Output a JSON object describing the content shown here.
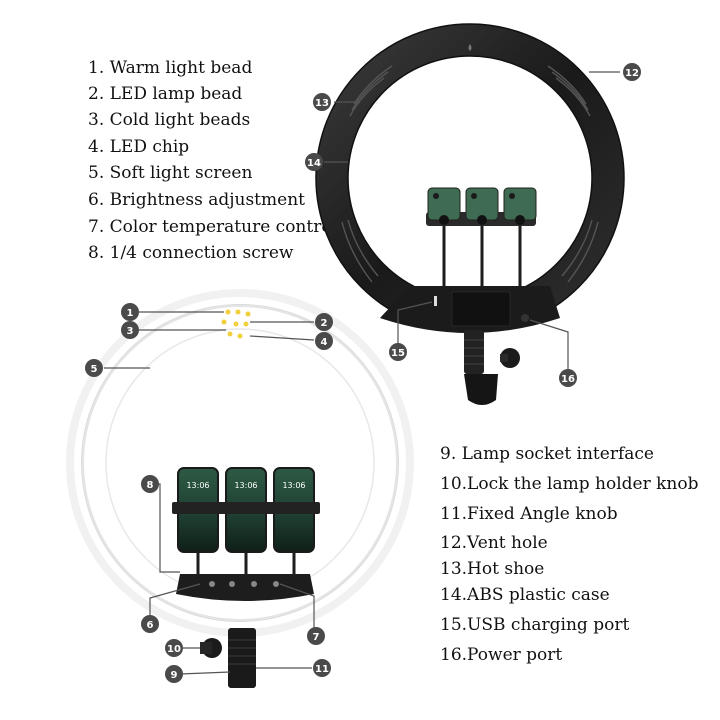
{
  "legend_left": [
    {
      "num": "1.",
      "label": "Warm light bead"
    },
    {
      "num": "2.",
      "label": "LED lamp bead"
    },
    {
      "num": "3.",
      "label": "Cold light beads"
    },
    {
      "num": "4.",
      "label": "LED chip"
    },
    {
      "num": "5.",
      "label": "Soft light screen"
    },
    {
      "num": "6.",
      "label": "Brightness adjustment"
    },
    {
      "num": "7.",
      "label": "Color temperature control"
    },
    {
      "num": "8.",
      "label": "1/4 connection screw"
    }
  ],
  "legend_right": [
    {
      "num": "9.",
      "label": "Lamp socket interface"
    },
    {
      "num": "10.",
      "label": "Lock the lamp holder knob"
    },
    {
      "num": "11.",
      "label": "Fixed Angle knob"
    },
    {
      "num": "12.",
      "label": "Vent hole"
    },
    {
      "num": "13.",
      "label": "Hot shoe"
    },
    {
      "num": "14.",
      "label": "ABS plastic case"
    },
    {
      "num": "15.",
      "label": "USB charging port"
    },
    {
      "num": "16.",
      "label": "Power port"
    }
  ],
  "callouts_top_light": [
    "12",
    "13",
    "14",
    "15",
    "16"
  ],
  "callouts_bottom_light": [
    "1",
    "2",
    "3",
    "4",
    "5",
    "6",
    "7",
    "8",
    "9",
    "10",
    "11"
  ],
  "phone_time": "13:06",
  "colors": {
    "badge": "#4a4a4a",
    "ring_dark": "#1c1c1c",
    "ring_glow": "#ffffff",
    "halo": "#e9e9e9",
    "led_warm": "#f3d24a",
    "text": "#111111"
  },
  "icons": {
    "ring_light_dark": "ring-light-black",
    "ring_light_lit": "ring-light-glowing",
    "phone": "smartphone-icon"
  }
}
